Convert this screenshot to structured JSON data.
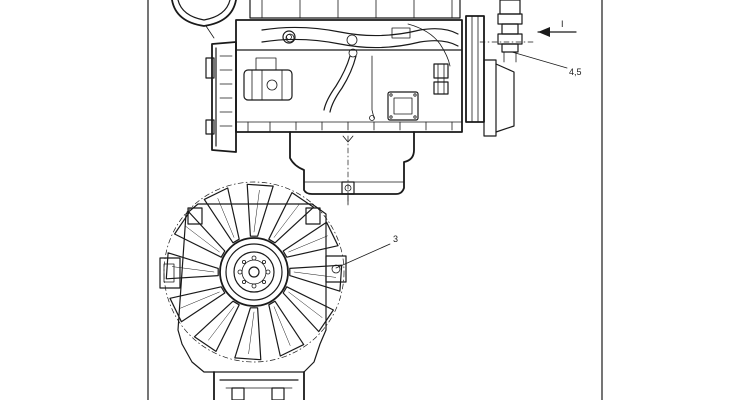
{
  "callouts": {
    "view_marker": "I",
    "label_upper": "4,5",
    "label_fan": "3"
  },
  "colors": {
    "ink": "#1a1a1a",
    "paper": "#ffffff"
  }
}
